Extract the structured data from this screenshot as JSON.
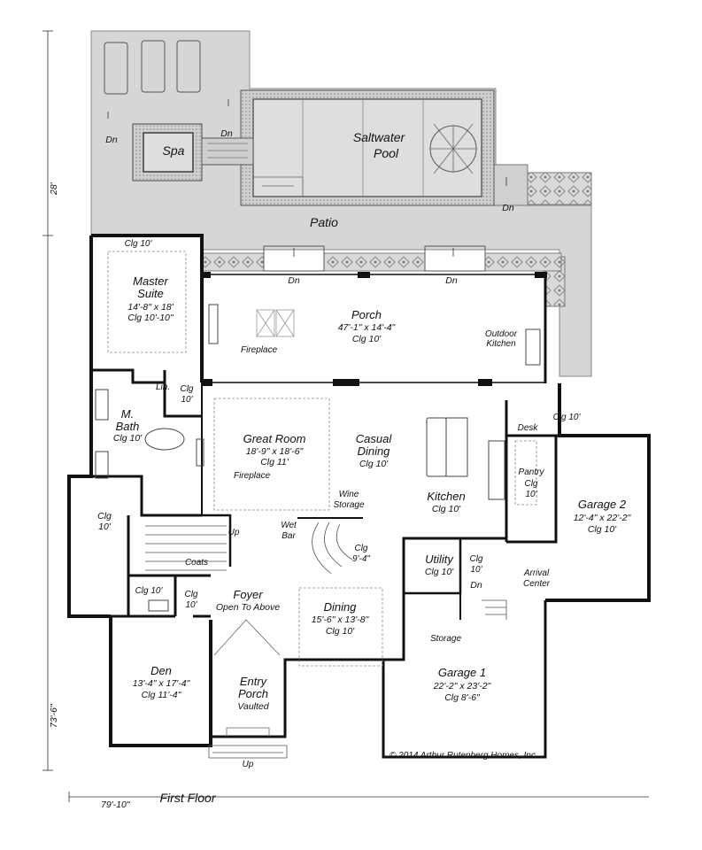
{
  "plan": {
    "title": "First Floor",
    "copyright": "© 2014 Arthur Rutenberg Homes, Inc",
    "dimensions": {
      "width": "79'-10\"",
      "depth_upper": "28'",
      "depth_lower": "73'-6\""
    },
    "rooms": {
      "spa": "Spa",
      "pool": [
        "Saltwater",
        "Pool"
      ],
      "patio": "Patio",
      "master": {
        "name": [
          "Master",
          "Suite"
        ],
        "size": "14'-8\" x 18'",
        "clg": "Clg 10'-10\"",
        "top_clg": "Clg 10'"
      },
      "porch": {
        "name": "Porch",
        "size": "47'-1\" x 14'-4\"",
        "clg": "Clg 10'"
      },
      "outdoor_kitchen": [
        "Outdoor",
        "Kitchen"
      ],
      "fireplace_porch": "Fireplace",
      "lin": "Lin.",
      "clg_lin": [
        "Clg",
        "10'"
      ],
      "mbath": {
        "name": [
          "M.",
          "Bath"
        ],
        "clg": "Clg 10'"
      },
      "great_room": {
        "name": "Great Room",
        "size": "18'-9\" x 18'-6\"",
        "clg": "Clg 11'"
      },
      "fireplace_gr": "Fireplace",
      "casual_dining": {
        "name": [
          "Casual",
          "Dining"
        ],
        "clg": "Clg 10'"
      },
      "desk": "Desk",
      "clg_desk": "Clg 10'",
      "pantry": {
        "name": "Pantry",
        "clg": [
          "Clg",
          "10'"
        ]
      },
      "garage2": {
        "name": "Garage 2",
        "size": "12'-4\" x 22'-2\"",
        "clg": "Clg 10'"
      },
      "wic": [
        "Clg",
        "10'"
      ],
      "wine": [
        "Wine",
        "Storage"
      ],
      "kitchen": {
        "name": "Kitchen",
        "clg": "Clg 10'"
      },
      "wet_bar": [
        "Wet",
        "Bar"
      ],
      "stair_clg": [
        "Clg",
        "9'-4\""
      ],
      "utility": {
        "name": "Utility",
        "clg": "Clg 10'"
      },
      "clg_util2": [
        "Clg",
        "10'"
      ],
      "arrival": [
        "Arrival",
        "Center"
      ],
      "coats": "Coats",
      "clg_pwd": "Clg 10'",
      "clg_closet": [
        "Clg",
        "10'"
      ],
      "foyer": {
        "name": "Foyer",
        "sub": "Open To Above"
      },
      "dining": {
        "name": "Dining",
        "size": "15'-6\" x 13'-8\"",
        "clg": "Clg 10'"
      },
      "storage": "Storage",
      "den": {
        "name": "Den",
        "size": "13'-4\" x 17'-4\"",
        "clg": "Clg 11'-4\""
      },
      "entry": {
        "name": [
          "Entry",
          "Porch"
        ],
        "sub": "Vaulted"
      },
      "garage1": {
        "name": "Garage 1",
        "size": "22'-2\" x 23'-2\"",
        "clg": "Clg 8'-6\""
      }
    },
    "markers": {
      "dn": "Dn",
      "up": "Up"
    }
  }
}
